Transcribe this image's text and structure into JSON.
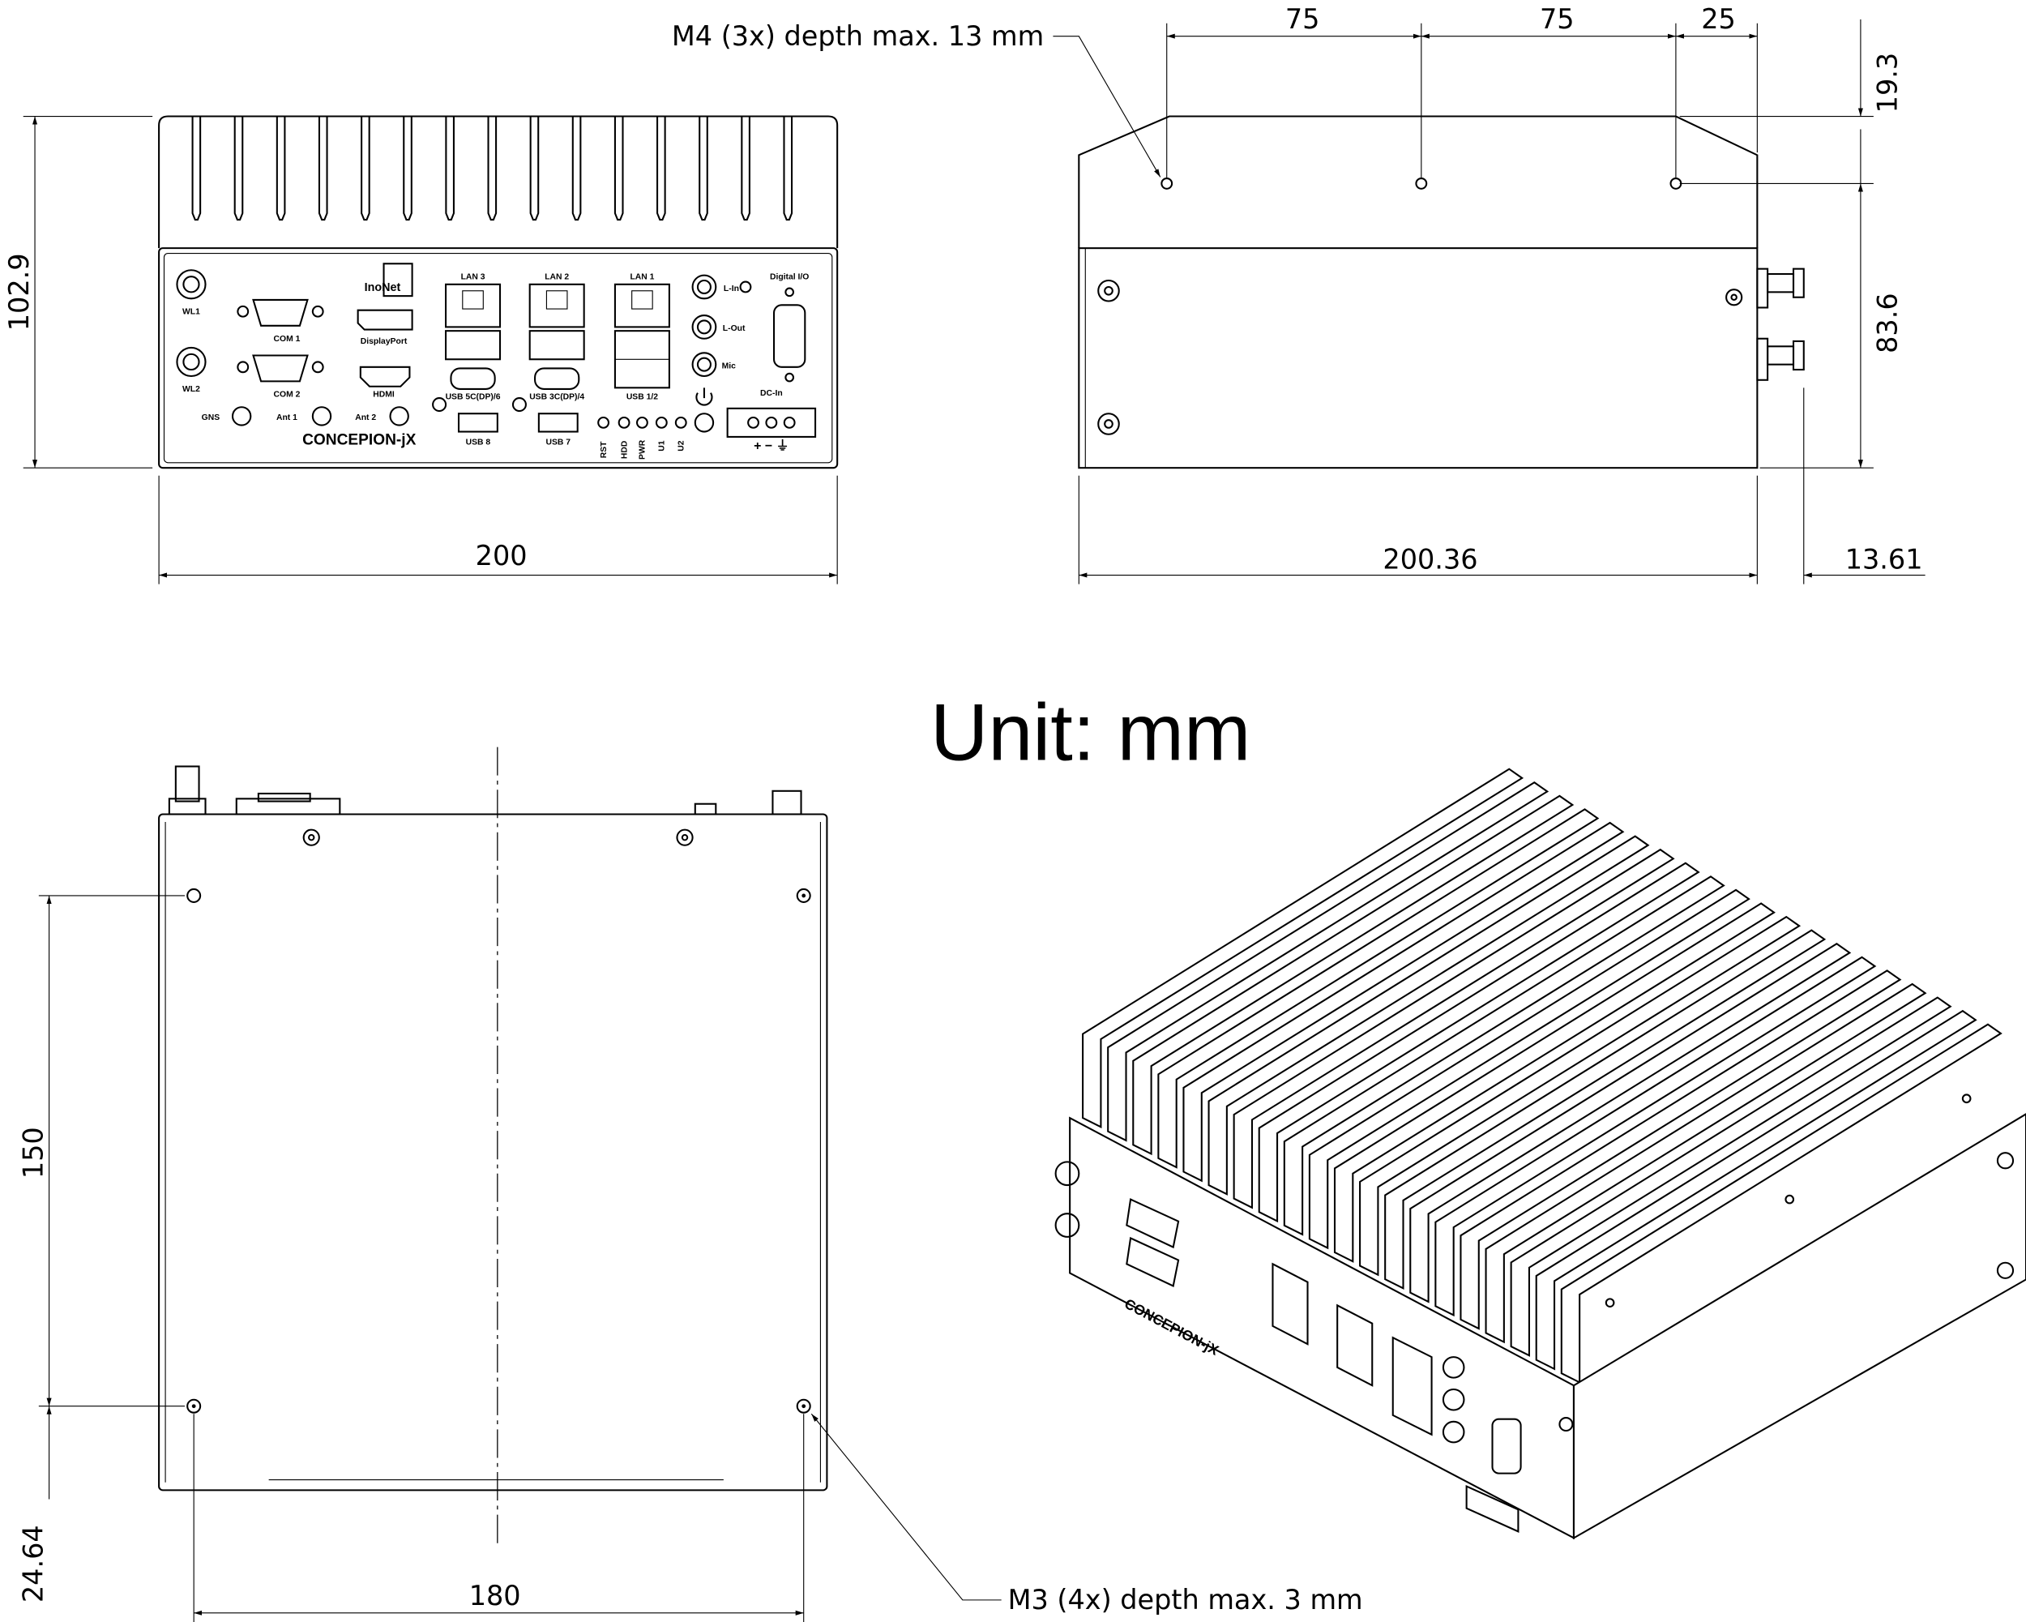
{
  "unit_label": "Unit: mm",
  "front_view": {
    "model_name": "CONCEPION-jX",
    "brand_logo": "InoNet",
    "dimensions": {
      "height": "102.9",
      "width": "200"
    },
    "ports": {
      "wl1": "WL1",
      "wl2": "WL2",
      "com1": "COM 1",
      "com2": "COM 2",
      "displayport": "DisplayPort",
      "hdmi": "HDMI",
      "lan3": "LAN 3",
      "lan2": "LAN 2",
      "lan1": "LAN 1",
      "usb56": "USB 5C(DP)/6",
      "usb34": "USB 3C(DP)/4",
      "usb12": "USB 1/2",
      "usb8": "USB  8",
      "usb7": "USB 7",
      "line_in": "L-In",
      "line_out": "L-Out",
      "mic": "Mic",
      "digital_io": "Digital I/O",
      "dc_in": "DC-In",
      "dc_polarity": "+ − ⏚",
      "gns": "GNS",
      "ant1": "Ant 1",
      "ant2": "Ant 2",
      "leds": [
        "RST",
        "HDD",
        "PWR",
        "U1",
        "U2"
      ]
    }
  },
  "side_view": {
    "dimensions": {
      "spacing_1": "75",
      "spacing_2": "75",
      "spacing_3": "25",
      "top_offset": "19.3",
      "body_height": "83.6",
      "depth": "200.36",
      "connector_protrusion": "13.61"
    },
    "note": "M4 (3x) depth max. 13 mm"
  },
  "bottom_view": {
    "dimensions": {
      "hole_spacing_y": "150",
      "hole_offset_y": "24.64",
      "hole_spacing_x": "180"
    },
    "note": "M3 (4x) depth max. 3 mm"
  }
}
